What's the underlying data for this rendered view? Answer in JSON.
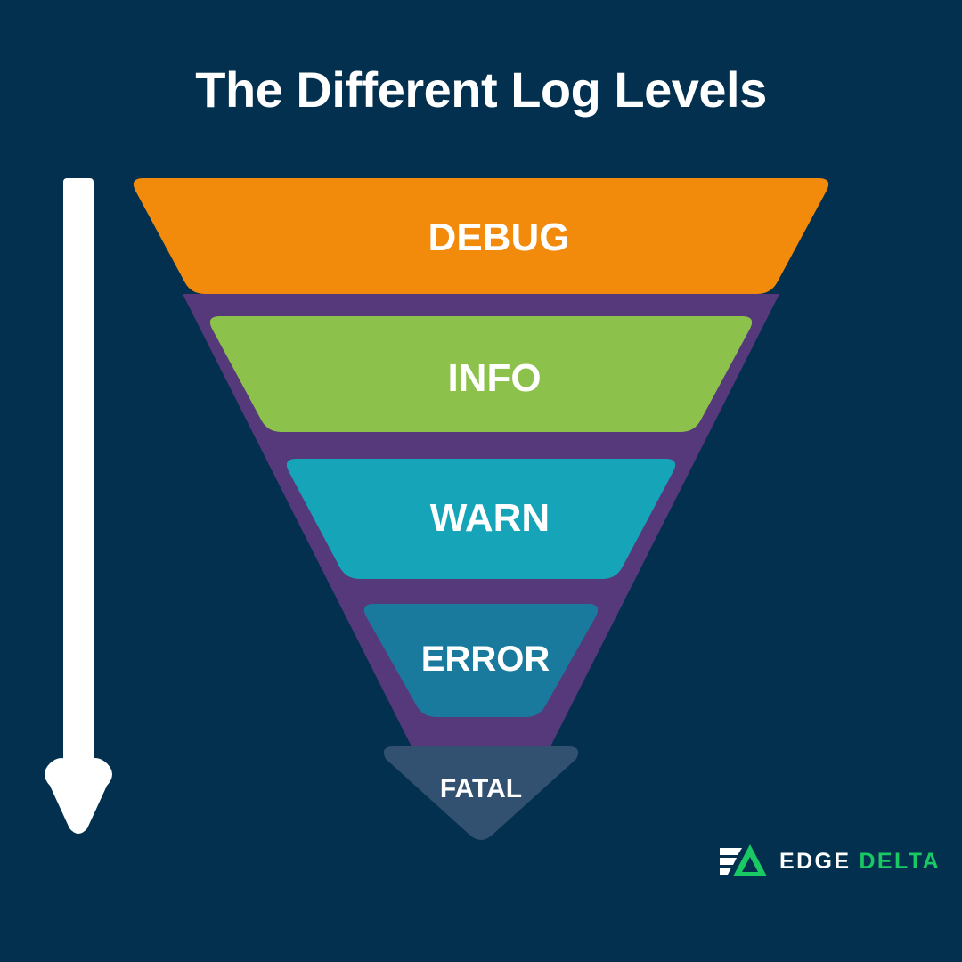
{
  "page": {
    "title": "The Different Log Levels",
    "background_color": "#03304e",
    "text_color": "#ffffff"
  },
  "arrow": {
    "name": "severity-direction-arrow",
    "direction": "down",
    "color": "#ffffff"
  },
  "funnel": {
    "backing_color": "#55397a",
    "levels": [
      {
        "label": "DEBUG",
        "color": "#f28a0c",
        "font_size": 44
      },
      {
        "label": "INFO",
        "color": "#8cc24b",
        "font_size": 44
      },
      {
        "label": "WARN",
        "color": "#16a5b8",
        "font_size": 44
      },
      {
        "label": "ERROR",
        "color": "#1a7a9e",
        "font_size": 40
      },
      {
        "label": "FATAL",
        "color": "#32506f",
        "font_size": 30
      }
    ]
  },
  "logo": {
    "name": "edge-delta-logo",
    "word_one": "EDGE",
    "word_two": "DELTA",
    "word_one_color": "#ffffff",
    "word_two_color": "#18c964",
    "mark_triangle_color": "#18c964",
    "mark_bars_color": "#ffffff"
  },
  "chart_data": {
    "type": "funnel",
    "title": "The Different Log Levels",
    "categories": [
      "DEBUG",
      "INFO",
      "WARN",
      "ERROR",
      "FATAL"
    ],
    "colors": [
      "#f28a0c",
      "#8cc24b",
      "#16a5b8",
      "#1a7a9e",
      "#32506f"
    ],
    "values": [
      5,
      4,
      3,
      2,
      1
    ],
    "orientation": "vertical-descending",
    "annotation": "Downward arrow indicating increasing severity / decreasing verbosity",
    "legend": "none",
    "grid": false
  }
}
